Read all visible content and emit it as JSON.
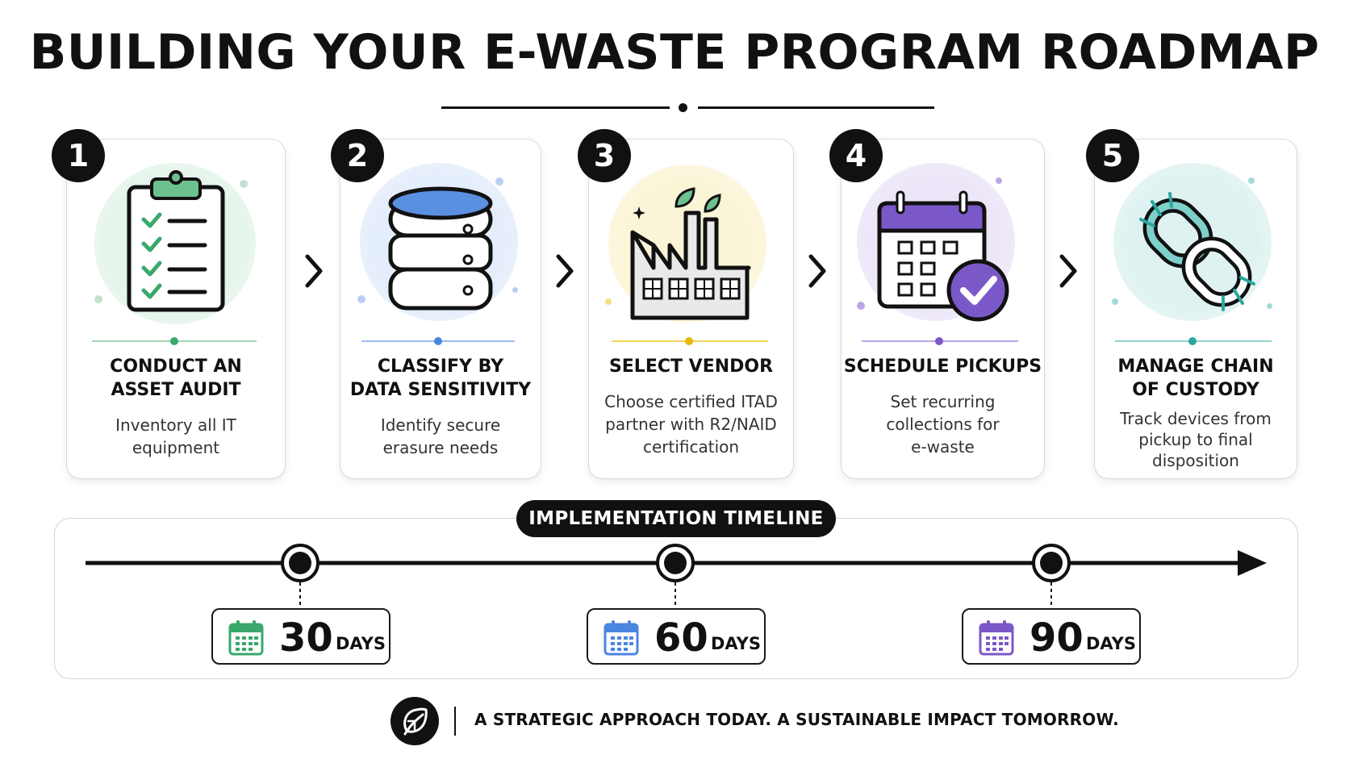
{
  "title": "BUILDING YOUR E-WASTE PROGRAM ROADMAP",
  "steps": [
    {
      "number": "1",
      "title_line1": "CONDUCT AN",
      "title_line2": "ASSET AUDIT",
      "desc_line1": "Inventory all IT",
      "desc_line2": "equipment",
      "desc_line3": "",
      "icon": "clipboard-checklist-icon",
      "accent": "#3aa86b"
    },
    {
      "number": "2",
      "title_line1": "CLASSIFY BY",
      "title_line2": "DATA SENSITIVITY",
      "desc_line1": "Identify secure",
      "desc_line2": "erasure needs",
      "desc_line3": "",
      "icon": "database-icon",
      "accent": "#4a86e0"
    },
    {
      "number": "3",
      "title_line1": "SELECT VENDOR",
      "title_line2": "",
      "desc_line1": "Choose certified ITAD",
      "desc_line2": "partner with R2/NAID",
      "desc_line3": "certification",
      "icon": "factory-icon",
      "accent": "#e6b800"
    },
    {
      "number": "4",
      "title_line1": "SCHEDULE PICKUPS",
      "title_line2": "",
      "desc_line1": "Set recurring",
      "desc_line2": "collections for",
      "desc_line3": "e-waste",
      "icon": "calendar-check-icon",
      "accent": "#7b58c8"
    },
    {
      "number": "5",
      "title_line1": "MANAGE CHAIN",
      "title_line2": "OF CUSTODY",
      "desc_line1": "Track devices from",
      "desc_line2": "pickup to final",
      "desc_line3": "disposition",
      "icon": "chain-link-icon",
      "accent": "#2aa6a0"
    }
  ],
  "timeline": {
    "label": "IMPLEMENTATION TIMELINE",
    "milestones": [
      {
        "value": "30",
        "unit": "DAYS",
        "color": "#3aa86b"
      },
      {
        "value": "60",
        "unit": "DAYS",
        "color": "#4a86e0"
      },
      {
        "value": "90",
        "unit": "DAYS",
        "color": "#7b58c8"
      }
    ]
  },
  "footer": {
    "text": "A STRATEGIC APPROACH TODAY. A SUSTAINABLE IMPACT TOMORROW.",
    "icon": "leaf-icon"
  }
}
